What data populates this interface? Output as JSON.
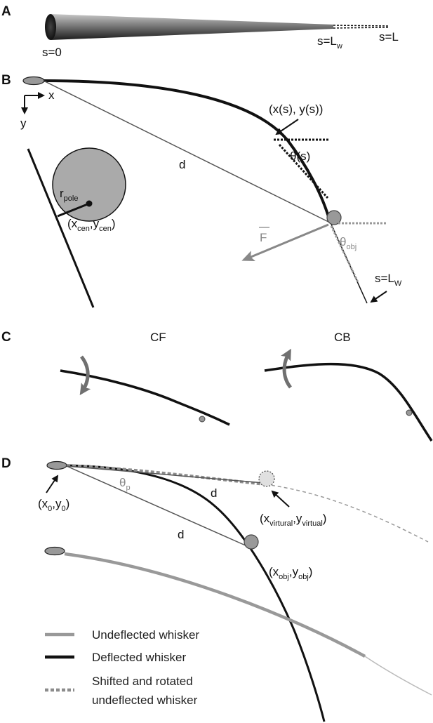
{
  "panels": {
    "a": "A",
    "b": "B",
    "c": "C",
    "d": "D"
  },
  "panel_a": {
    "s0": "s=0",
    "s_lw_main": "s=L",
    "s_lw_sub": "w",
    "s_l": "s=L"
  },
  "panel_b": {
    "axis_x": "x",
    "axis_y": "y",
    "point_label": "(x(s), y(s))",
    "theta_label": "θ(s)",
    "d_label": "d",
    "r_main": "r",
    "r_sub": "pole",
    "center_open": "(x",
    "center_sub1": "cen",
    "center_mid": ",y",
    "center_sub2": "cen",
    "center_close": ")",
    "force_label": "F",
    "theta_obj_main": "θ",
    "theta_obj_sub": "obj",
    "slw_main": "s=L",
    "slw_sub": "W"
  },
  "panel_c": {
    "cf": "CF",
    "cb": "CB"
  },
  "panel_d": {
    "base_open": "(x",
    "base_sub1": "0",
    "base_mid": ",y",
    "base_sub2": "0",
    "base_close": ")",
    "theta_p_main": "θ",
    "theta_p_sub": "p",
    "d_upper": "d",
    "d_lower": "d",
    "virtual_open": "(x",
    "virtual_sub1": "virtural",
    "virtual_mid": ",y",
    "virtual_sub2": "virtual",
    "virtual_close": ")",
    "obj_open": "(x",
    "obj_sub1": "obj",
    "obj_mid": ",y",
    "obj_sub2": "obj",
    "obj_close": ")"
  },
  "legend": [
    {
      "label": "Undeflected whisker"
    },
    {
      "label": "Deflected whisker"
    },
    {
      "label": "Shifted and rotated"
    },
    {
      "label": "undeflected whisker"
    }
  ],
  "colors": {
    "deflected": "#111111",
    "undeflected": "#999999",
    "shifted": "#8c8c8c",
    "pole_fill": "#aaaaaa",
    "force": "#888888"
  }
}
